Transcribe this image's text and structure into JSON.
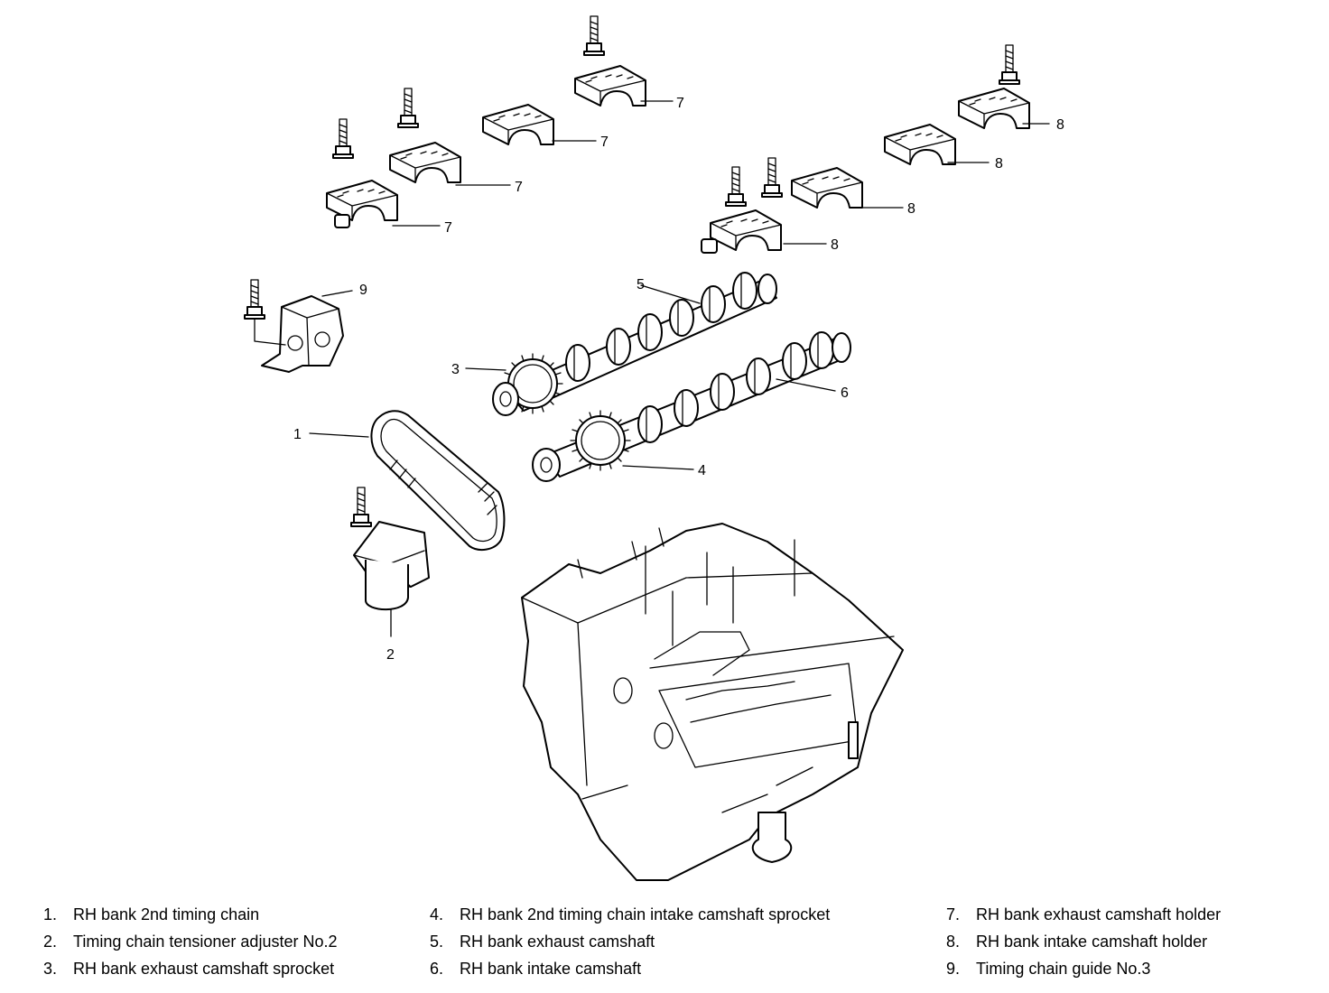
{
  "legend": [
    {
      "num": "1.",
      "text": "RH bank 2nd timing chain"
    },
    {
      "num": "2.",
      "text": "Timing chain tensioner adjuster No.2"
    },
    {
      "num": "3.",
      "text": "RH bank exhaust camshaft sprocket"
    },
    {
      "num": "4.",
      "text": "RH bank 2nd timing chain intake camshaft sprocket"
    },
    {
      "num": "5.",
      "text": "RH bank exhaust camshaft"
    },
    {
      "num": "6.",
      "text": "RH bank intake camshaft"
    },
    {
      "num": "7.",
      "text": "RH bank exhaust camshaft holder"
    },
    {
      "num": "8.",
      "text": "RH bank intake camshaft holder"
    },
    {
      "num": "9.",
      "text": "Timing chain guide No.3"
    }
  ],
  "callouts": {
    "c1": "1",
    "c2": "2",
    "c3": "3",
    "c4": "4",
    "c5": "5",
    "c6": "6",
    "c7a": "7",
    "c7b": "7",
    "c7c": "7",
    "c7d": "7",
    "c8a": "8",
    "c8b": "8",
    "c8c": "8",
    "c8d": "8",
    "c9": "9"
  }
}
